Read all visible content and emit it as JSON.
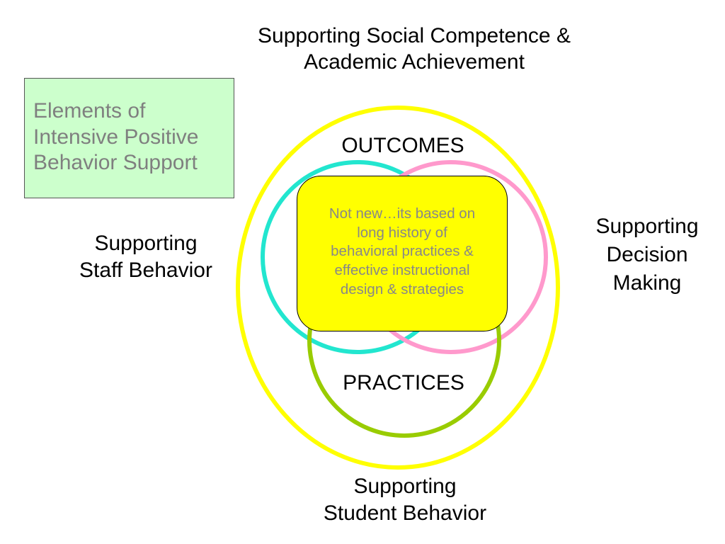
{
  "heading": {
    "line1": "Supporting Social Competence &",
    "line2": "Academic Achievement"
  },
  "title_box": {
    "line1": "Elements of",
    "line2": "Intensive Positive",
    "line3": "Behavior Support",
    "background": "#ccffcc",
    "text_color": "#7f7f7f"
  },
  "labels": {
    "left": {
      "line1": "Supporting",
      "line2": "Staff Behavior"
    },
    "right": {
      "line1": "Supporting",
      "line2": "Decision",
      "line3": "Making"
    },
    "bottom": {
      "line1": "Supporting",
      "line2": "Student Behavior"
    },
    "outcomes": "OUTCOMES",
    "practices": "PRACTICES"
  },
  "center_box": {
    "line1": "Not new…its based on",
    "line2": "long history of",
    "line3": "behavioral practices &",
    "line4": "effective instructional",
    "line5": "design & strategies",
    "background": "#ffff00",
    "text_color": "#888888"
  },
  "colors": {
    "outer_circle": "#ffff00",
    "teal_circle": "#22e6cf",
    "pink_circle": "#ff99cc",
    "green_circle": "#99cc00"
  }
}
